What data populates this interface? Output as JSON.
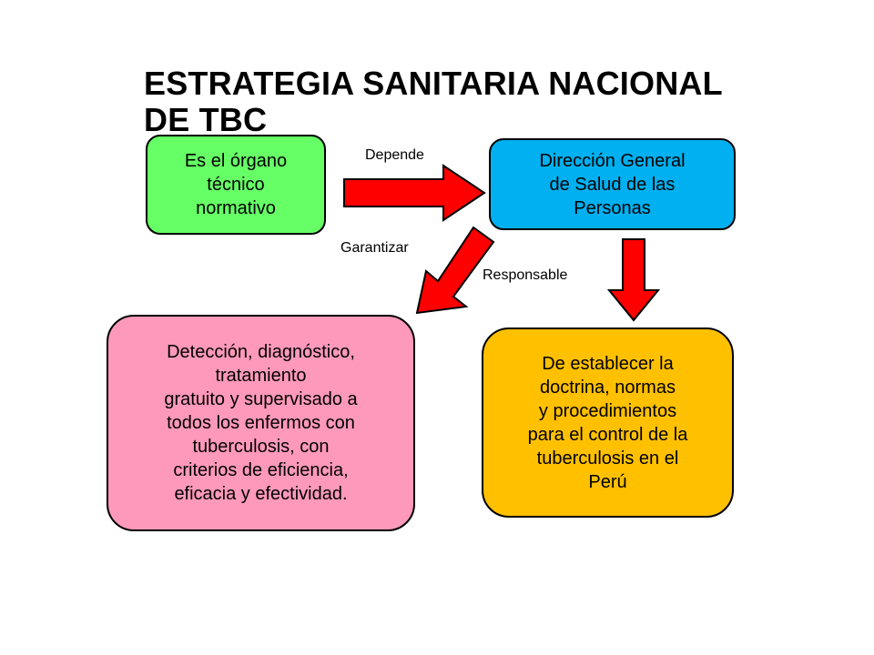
{
  "title": "ESTRATEGIA SANITARIA NACIONAL\nDE  TBC",
  "nodes": {
    "organo": "Es el órgano\ntécnico\nnormativo",
    "direccion": "Dirección General\nde Salud de las\nPersonas",
    "deteccion": "Detección, diagnóstico,\ntratamiento\ngratuito y supervisado a\ntodos los enfermos con\ntuberculosis, con\ncriterios de eficiencia,\neficacia y efectividad.",
    "establecer": "De establecer la\ndoctrina, normas\ny procedimientos\npara el control de la\ntuberculosis en el\nPerú"
  },
  "edges": {
    "depende": "Depende",
    "garantizar": "Garantizar",
    "responsable": "Responsable"
  },
  "colors": {
    "organo": "#66ff66",
    "direccion": "#00b0f0",
    "deteccion": "#ff99bb",
    "establecer": "#ffc000",
    "arrow": "#ff0000"
  }
}
